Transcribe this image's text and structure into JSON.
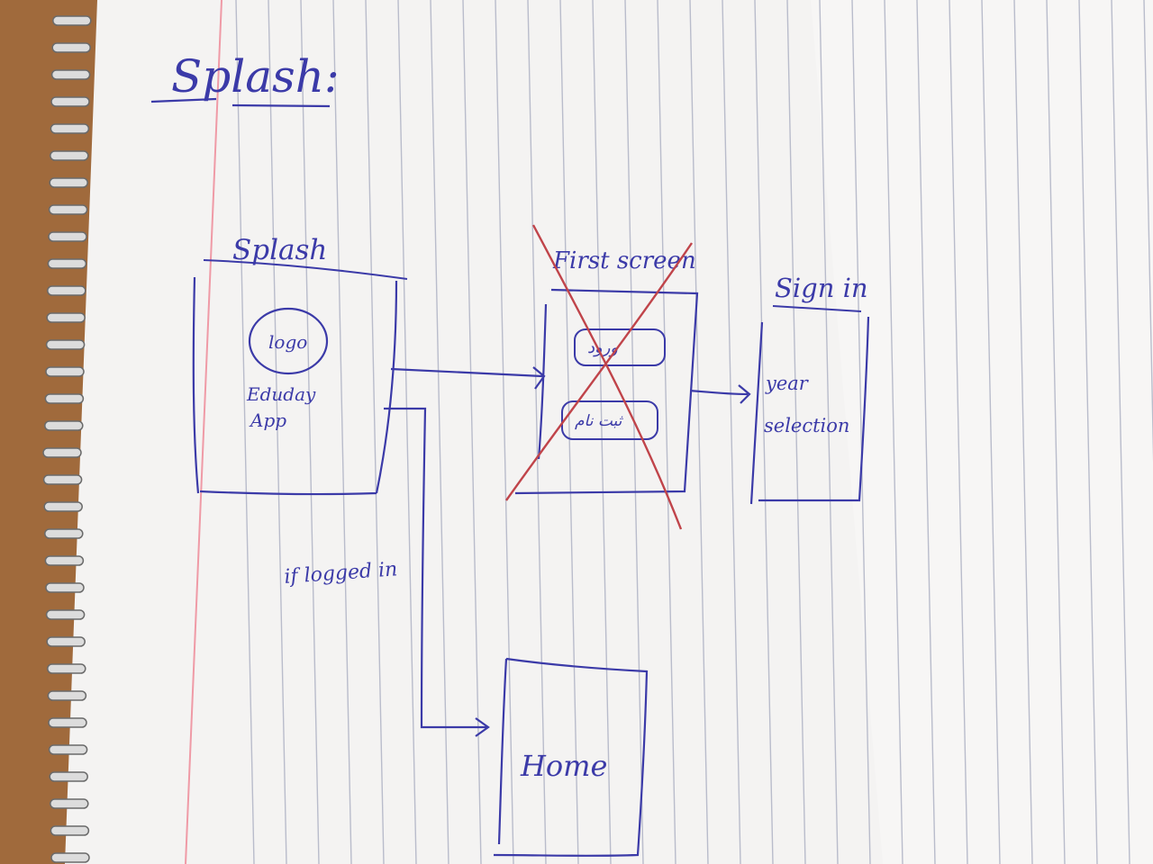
{
  "page": {
    "heading": "Splash:",
    "ink_color": "#3b3aa8",
    "strike_color": "#c0444a",
    "paper_color": "#f4f3f2",
    "rule_color": "#b9bccb",
    "margin_color": "#ef9aa6",
    "desk_color": "#a06a3c"
  },
  "screens": {
    "splash": {
      "label": "Splash",
      "logo_text": "logo",
      "app_name_line1": "Eduday",
      "app_name_line2": "App"
    },
    "first_screen": {
      "label": "First screen",
      "button_top": "ورود",
      "button_bottom": "ثبت نام",
      "crossed_out": true
    },
    "sign_in": {
      "label": "Sign in",
      "content_line1": "year",
      "content_line2": "selection"
    },
    "home": {
      "label": "Home"
    }
  },
  "connectors": {
    "condition_label": "if logged in"
  }
}
